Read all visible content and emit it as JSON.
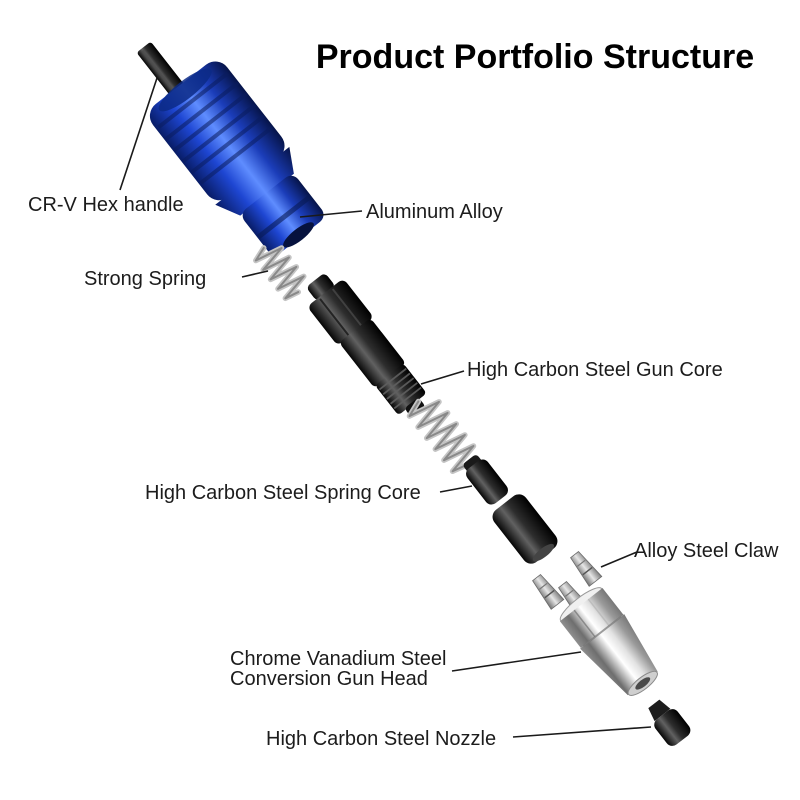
{
  "title": "Product Portfolio Structure",
  "labels": {
    "hex_handle": "CR-V Hex handle",
    "aluminum_alloy": "Aluminum Alloy",
    "strong_spring": "Strong Spring",
    "gun_core": "High Carbon Steel Gun Core",
    "spring_core": "High Carbon Steel Spring Core",
    "alloy_steel_claw": "Alloy Steel Claw",
    "gun_head_line1": "Chrome Vanadium Steel",
    "gun_head_line2": "Conversion Gun Head",
    "nozzle": "High Carbon Steel Nozzle"
  },
  "colors": {
    "background": "#ffffff",
    "text": "#1c1c1c",
    "body_blue": "#2450d8",
    "part_black": "#141414",
    "chrome_silver": "#e8e8e8",
    "claw_gray": "#9a9a9a"
  }
}
